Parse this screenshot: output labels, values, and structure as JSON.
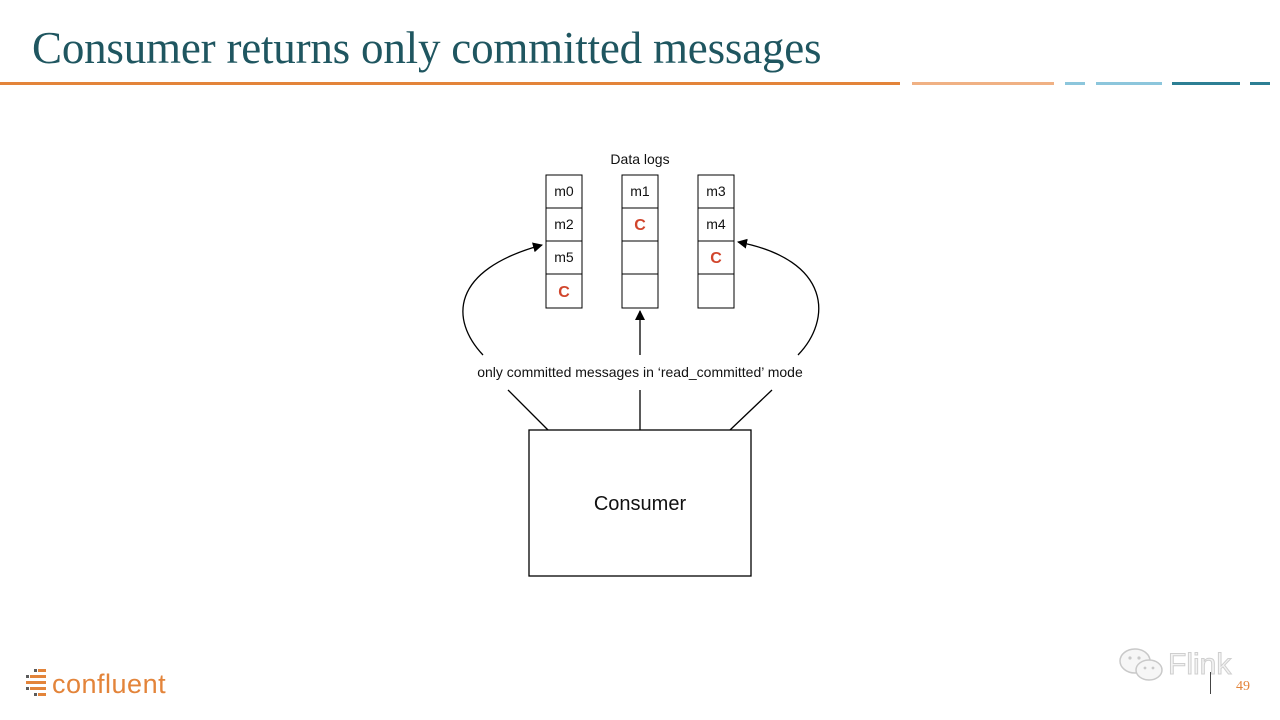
{
  "slide": {
    "title": "Consumer returns only committed messages",
    "page_number": "49"
  },
  "colors": {
    "title": "#1f5660",
    "accent_orange": "#e3843a",
    "commit_marker": "#d1452c",
    "rule_light_blue": "#8cc6dc",
    "rule_teal": "#2d7f94"
  },
  "diagram": {
    "data_logs_label": "Data logs",
    "partitions": [
      {
        "cells": [
          "m0",
          "m2",
          "m5",
          "C"
        ]
      },
      {
        "cells": [
          "m1",
          "C",
          "",
          ""
        ]
      },
      {
        "cells": [
          "m3",
          "m4",
          "C",
          ""
        ]
      }
    ],
    "commit_marker": "C",
    "arrow_label": "only committed messages in ‘read_committed’ mode",
    "consumer_label": "Consumer"
  },
  "branding": {
    "logo_text": "confluent",
    "watermark_text": "Flink"
  }
}
